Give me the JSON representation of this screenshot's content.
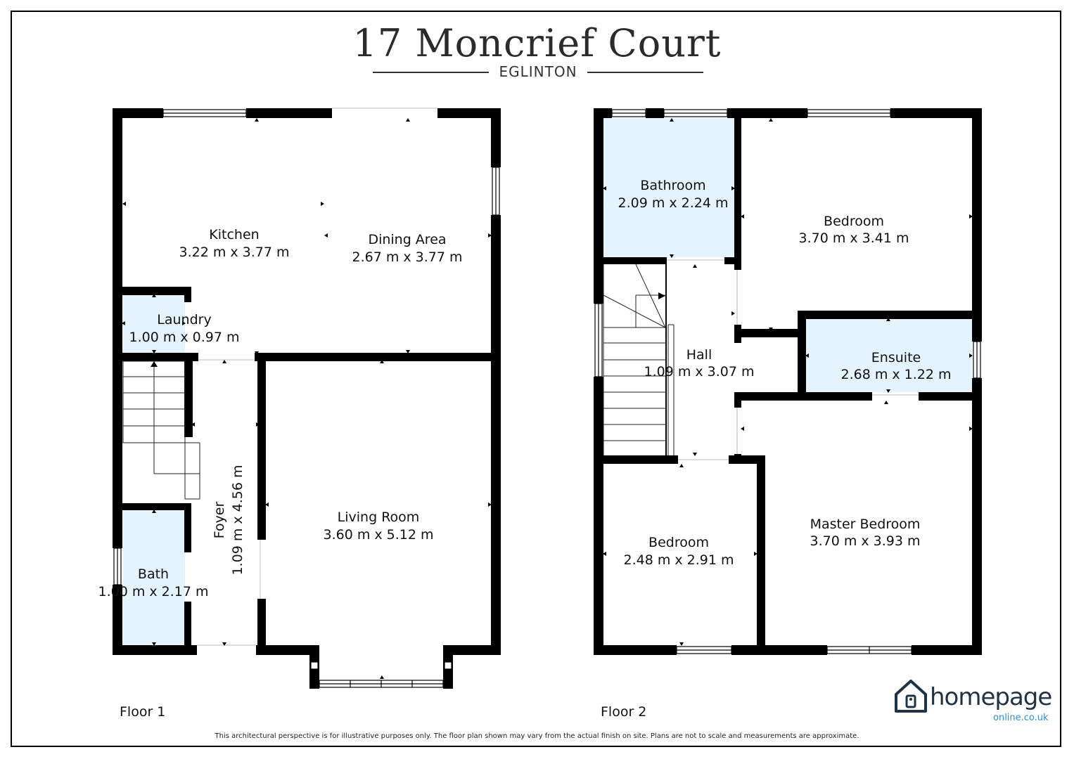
{
  "header": {
    "title": "17 Moncrief Court",
    "subtitle": "EGLINTON"
  },
  "floors": [
    {
      "label": "Floor 1",
      "rooms": [
        {
          "name": "Kitchen",
          "size": "3.22 m x 3.77 m"
        },
        {
          "name": "Dining Area",
          "size": "2.67 m x 3.77 m"
        },
        {
          "name": "Laundry",
          "size": "1.00 m x 0.97 m"
        },
        {
          "name": "Foyer",
          "size": "1.09 m x 4.56 m"
        },
        {
          "name": "Living Room",
          "size": "3.60 m x 5.12 m"
        },
        {
          "name": "Bath",
          "size": "1.00 m x 2.17 m"
        }
      ]
    },
    {
      "label": "Floor 2",
      "rooms": [
        {
          "name": "Bathroom",
          "size": "2.09 m x 2.24 m"
        },
        {
          "name": "Bedroom",
          "size": "3.70 m x 3.41 m"
        },
        {
          "name": "Hall",
          "size": "1.09 m x 3.07 m"
        },
        {
          "name": "Ensuite",
          "size": "2.68 m x 1.22 m"
        },
        {
          "name": "Bedroom",
          "size": "2.48 m x 2.91 m"
        },
        {
          "name": "Master Bedroom",
          "size": "3.70 m x 3.93 m"
        }
      ]
    }
  ],
  "colors": {
    "wall": "#000000",
    "wet_room_fill": "#e4f3fd",
    "brand_dark": "#1f3347",
    "brand_blue": "#2f8fd6"
  },
  "logo": {
    "name": "homepage",
    "domain": "online.co.uk",
    "icon": "house-lock-icon"
  },
  "footer": {
    "disclaimer": "This architectural perspective is for illustrative purposes only. The floor plan shown may vary from the actual finish on site. Plans are not to scale and measurements are approximate."
  }
}
